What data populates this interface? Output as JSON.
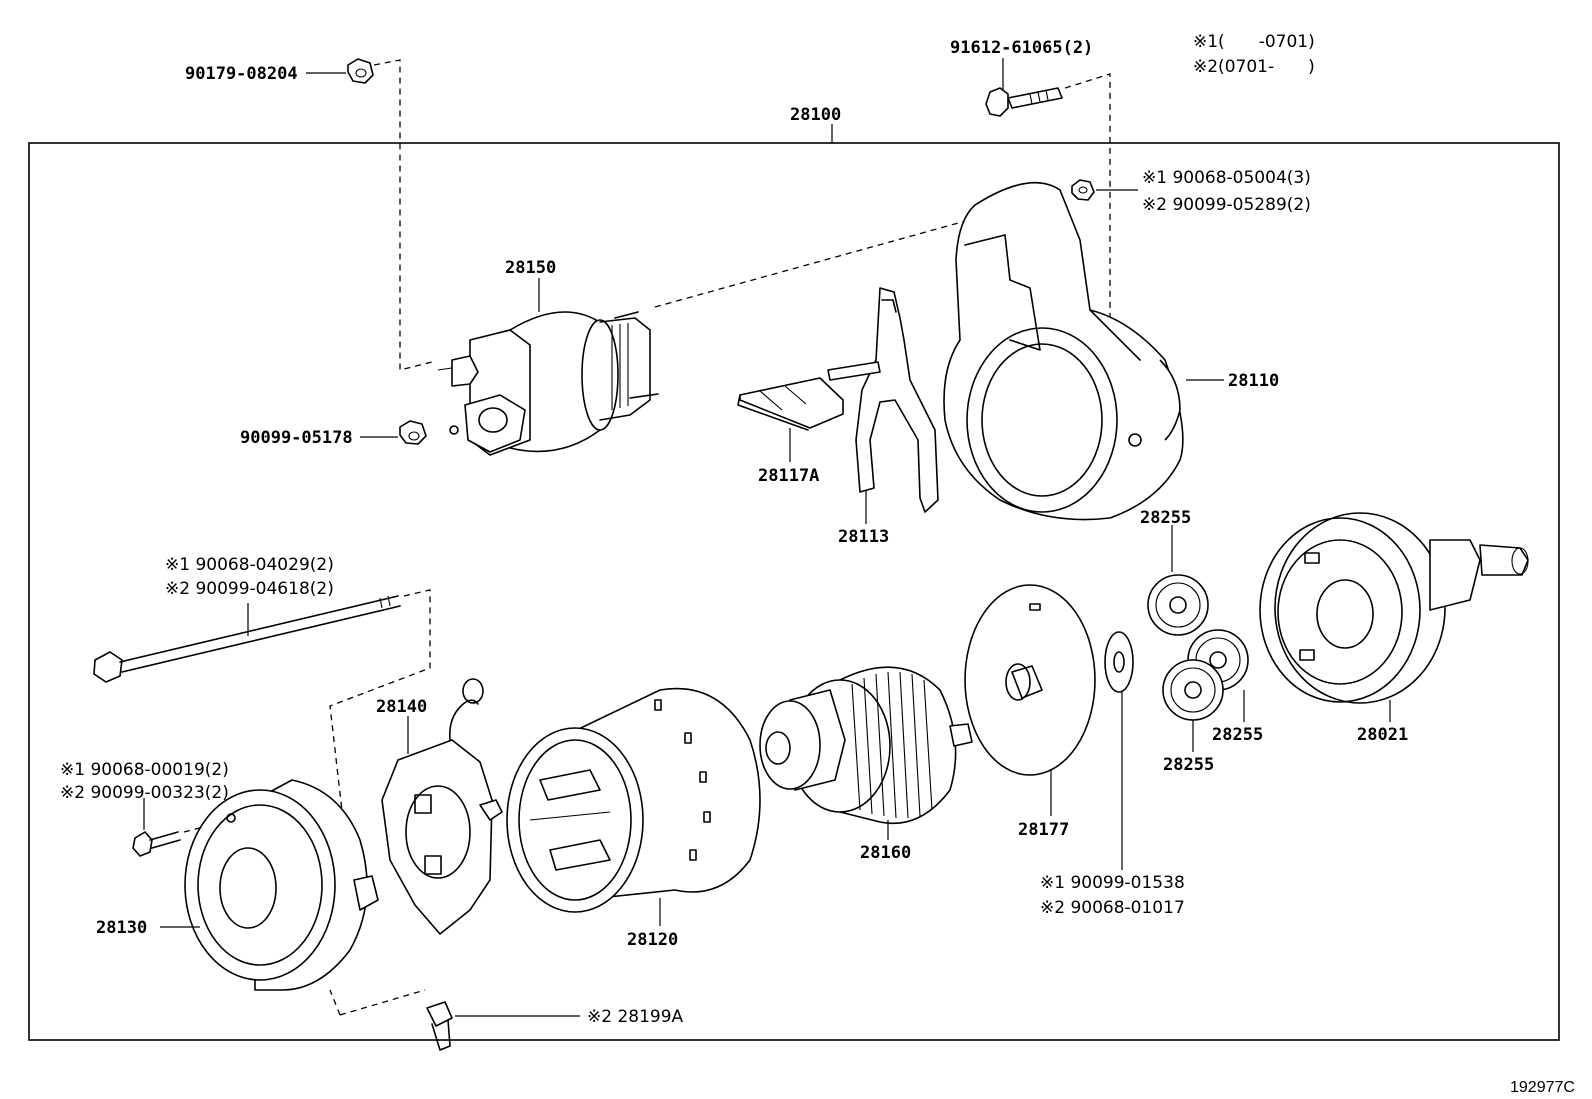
{
  "drawing_number": "192977C",
  "legend": {
    "note1": "※1(　　-0701)",
    "note2": "※2(0701-　　)"
  },
  "labels": {
    "assembly": "28100",
    "nut_top": "90179-08204",
    "bolt_top": "91612-61065(2)",
    "nut_right_1": "※1 90068-05004(3)",
    "nut_right_2": "※2 90099-05289(2)",
    "solenoid": "28150",
    "nut_solenoid": "90099-05178",
    "brush_holder_part": "28117A",
    "lever": "28113",
    "housing": "28110",
    "gear_top": "28255",
    "gear_right": "28255",
    "gear_bottom": "28255",
    "clutch": "28021",
    "bolt_long_1": "※1 90068-04029(2)",
    "bolt_long_2": "※2 90099-04618(2)",
    "brush_holder": "28140",
    "screw_1": "※1 90068-00019(2)",
    "screw_2": "※2 90099-00323(2)",
    "end_frame": "28130",
    "yoke": "28120",
    "armature": "28160",
    "plate": "28177",
    "washer_1": "※1 90099-01538",
    "washer_2": "※2 90068-01017",
    "cap": "※2 28199A"
  }
}
